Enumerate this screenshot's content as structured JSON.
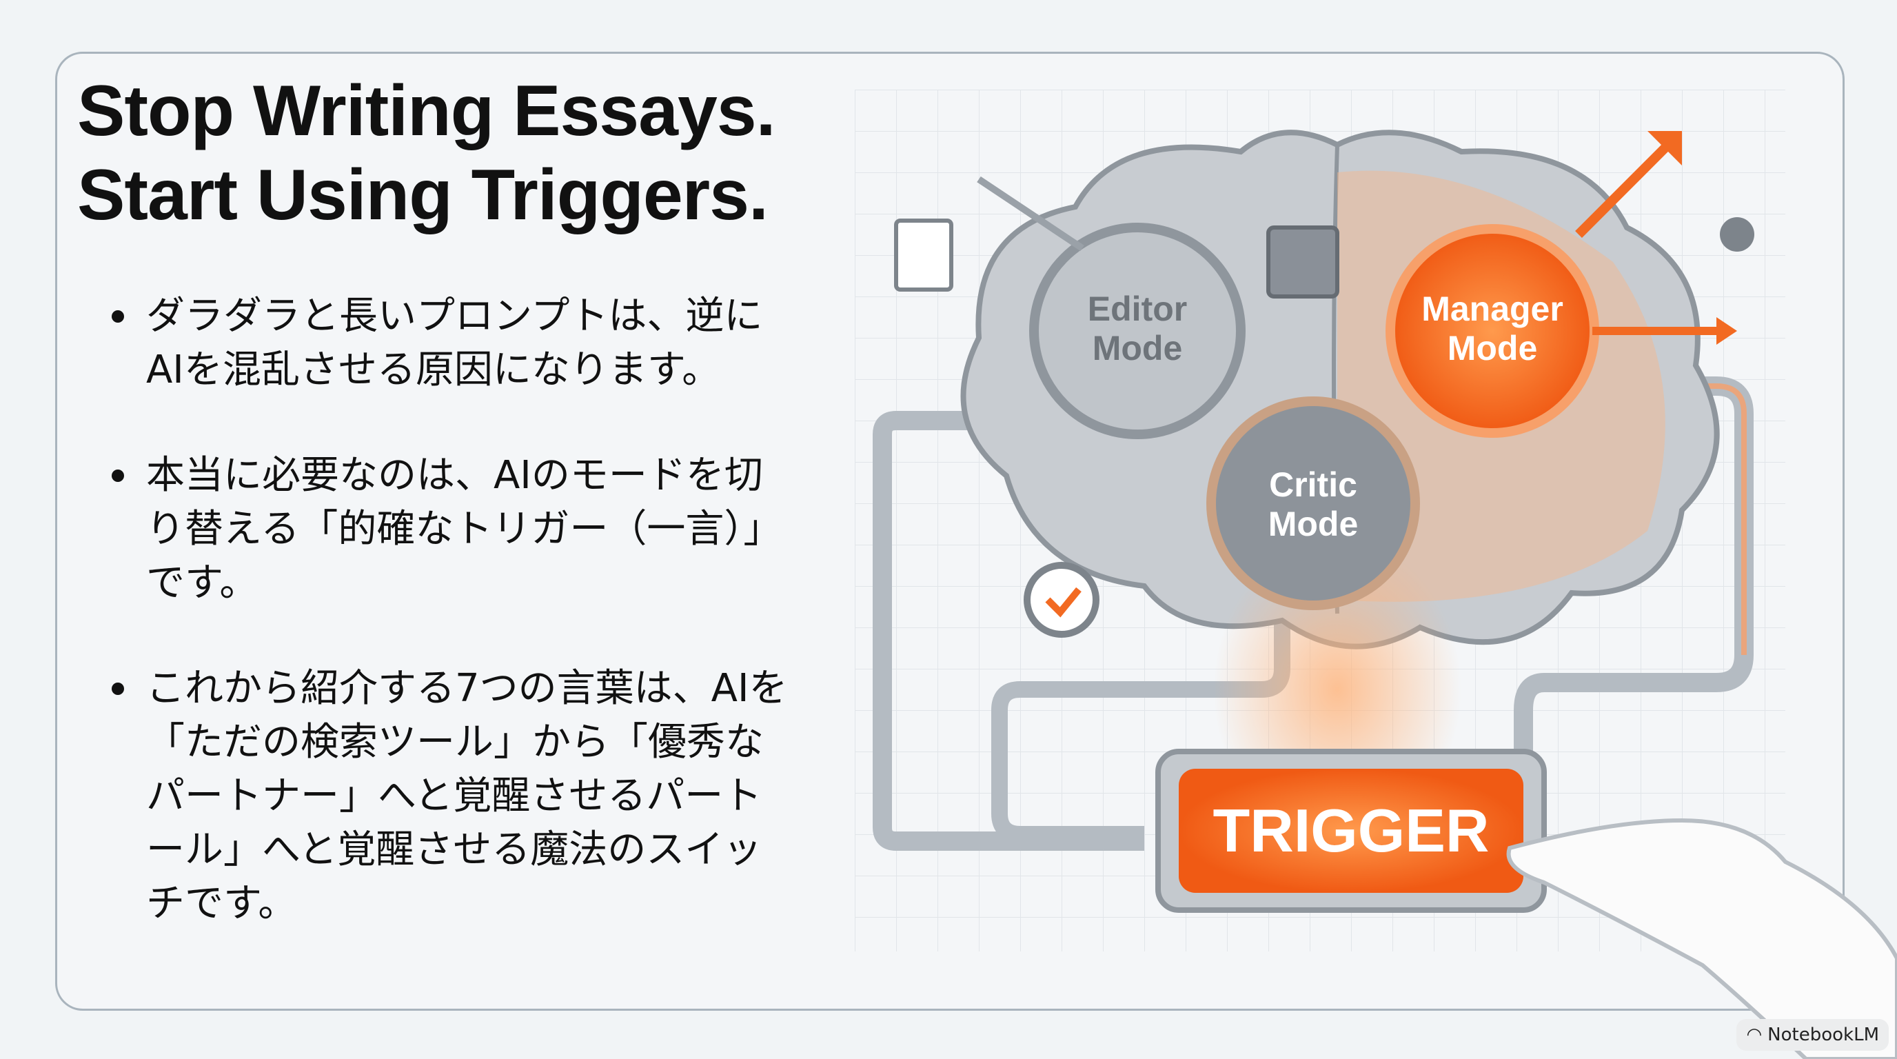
{
  "slide": {
    "title_line1": "Stop Writing Essays.",
    "title_line2": "Start Using Triggers.",
    "bullets": [
      "ダラダラと長いプロンプトは、逆にAIを混乱させる原因になります。",
      "本当に必要なのは、AIのモードを切り替える「的確なトリガー（一言）」です。",
      "これから紹介する7つの言葉は、AIを「ただの検索ツール」から「優秀なパートナー」へと覚醒させるパートール」へと覚醒させる魔法のスイッチです。"
    ]
  },
  "illustration": {
    "modes": {
      "editor": [
        "Editor",
        "Mode"
      ],
      "manager": [
        "Manager",
        "Mode"
      ],
      "critic": [
        "Critic",
        "Mode"
      ]
    },
    "trigger_label": "TRIGGER",
    "colors": {
      "accent": "#f26a22",
      "gray": "#9aa1a8",
      "border": "#a9b4bd"
    }
  },
  "watermark": {
    "label": "NotebookLM",
    "icon": "notebooklm-logo-icon"
  }
}
